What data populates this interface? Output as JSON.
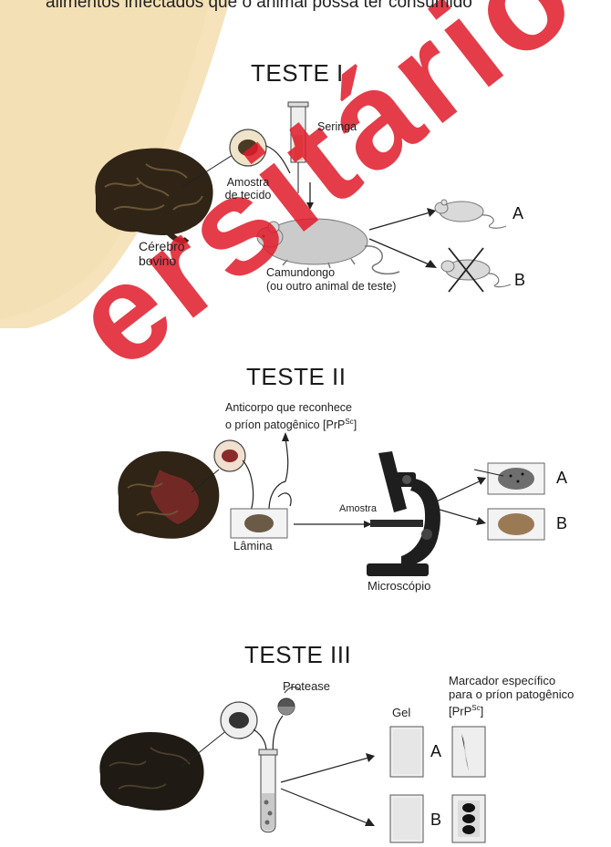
{
  "header_text": "alimentos infectados que o animal possa ter consumido",
  "watermark": {
    "text": "ersitário",
    "color": "#e11b2a"
  },
  "test1": {
    "title": "TESTE I",
    "syringe_label": "Seringa",
    "sample_label_line1": "Amostra",
    "sample_label_line2": "de tecido",
    "brain_label_line1": "Cérebro",
    "brain_label_line2": "bovino",
    "mouse_label_line1": "Camundongo",
    "mouse_label_line2": "(ou outro animal de teste)",
    "outcome_a": "A",
    "outcome_b": "B"
  },
  "test2": {
    "title": "TESTE II",
    "antibody_line1": "Anticorpo que reconhece",
    "antibody_line2": "o príon patogênico [PrP",
    "antibody_sup": "Sc",
    "antibody_end": "]",
    "slide_label": "Lâmina",
    "sample_label": "Amostra",
    "microscope_label": "Microscópio",
    "outcome_a": "A",
    "outcome_b": "B"
  },
  "test3": {
    "title": "TESTE III",
    "protease_label": "Protease",
    "gel_label": "Gel",
    "marker_line1": "Marcador específico",
    "marker_line2": "para o príon patogênico",
    "marker_line3": "[PrP",
    "marker_sup": "Sc",
    "marker_end": "]",
    "outcome_a": "A",
    "outcome_b": "B"
  },
  "colors": {
    "highlight_band": "#f6e3bb",
    "brain_dark": "#2b2216",
    "brain_mid": "#4a3a26",
    "mouse_fill": "#c9c9c9",
    "stained_tissue": "#8a2b2b",
    "ink": "#1b1b1b"
  }
}
